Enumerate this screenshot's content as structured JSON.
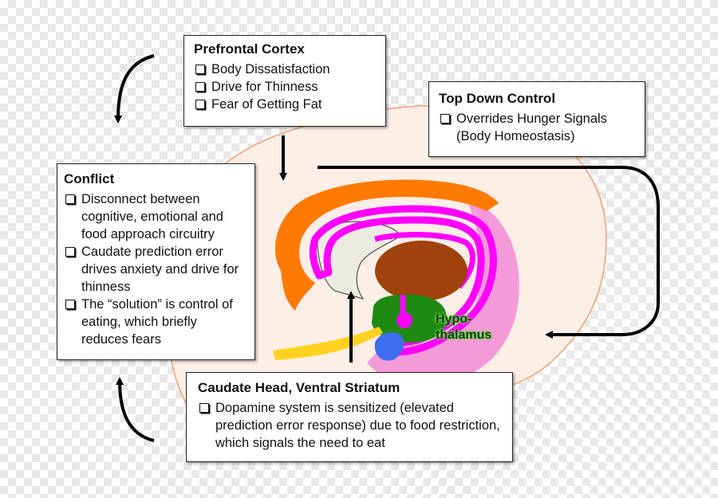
{
  "prefrontal": {
    "title": "Prefrontal Cortex",
    "items": [
      "Body Dissatisfaction",
      "Drive for Thinness",
      "Fear of Getting Fat"
    ]
  },
  "top_down": {
    "title": "Top Down Control",
    "items": [
      "Overrides Hunger Signals (Body Homeostasis)"
    ]
  },
  "conflict": {
    "title": "Conflict",
    "items": [
      "Disconnect between cognitive, emotional and food approach circuitry",
      "Caudate prediction error drives anxiety and drive for thinness",
      "The “solution” is control of eating, which briefly reduces fears"
    ]
  },
  "caudate": {
    "title": "Caudate Head, Ventral Striatum",
    "items": [
      "Dopamine system is sensitized (elevated prediction error response) due to food restriction, which signals the need to eat"
    ]
  },
  "hypothalamus_label": "Hypo-\nthalamus",
  "colors": {
    "brain_outline": "#f0a070",
    "brain_fill": "#fdeee6",
    "cortex": "#ff7a00",
    "limbic": "#ff00ff",
    "limbic_halo": "#f59ad8",
    "thalamus": "#a0420c",
    "midbrain": "#1e8a12",
    "pituitary": "#3d6ff0",
    "optic": "#ffd21f",
    "caudate_fill": "#ecebe2"
  }
}
